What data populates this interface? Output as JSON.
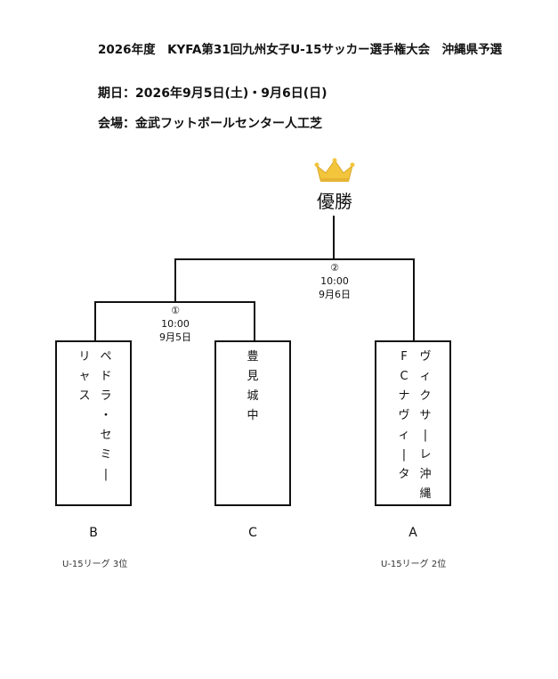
{
  "header": {
    "title": "2026年度　KYFA第31回九州女子U-15サッカー選手権大会　沖縄県予選",
    "dates": "期日：2026年9月5日(土)・9月6日(日)",
    "venue": "会場：金武フットボールセンター人工芝"
  },
  "bracket": {
    "champion_label": "優勝",
    "matches": [
      {
        "number": "①",
        "time": "10:00",
        "date": "9月5日"
      },
      {
        "number": "②",
        "time": "10:00",
        "date": "9月6日"
      }
    ],
    "teams": [
      {
        "name": "ペドラ・セミーリャス",
        "columns": [
          "ペドラ・セミー",
          "リャス"
        ],
        "seed": "B",
        "rank": "U-15リーグ 3位"
      },
      {
        "name": "豊見城中",
        "columns": [
          "豊見城中"
        ],
        "seed": "C",
        "rank": ""
      },
      {
        "name": "ヴィクサーレ沖縄FCナヴィータ",
        "columns": [
          "ヴィクサーレ沖縄",
          "FCナヴィータ"
        ],
        "seed": "A",
        "rank": "U-15リーグ 2位"
      }
    ]
  },
  "icons": {
    "crown": "crown-icon"
  },
  "colors": {
    "crown": "#f2c53d",
    "line": "#111111"
  }
}
